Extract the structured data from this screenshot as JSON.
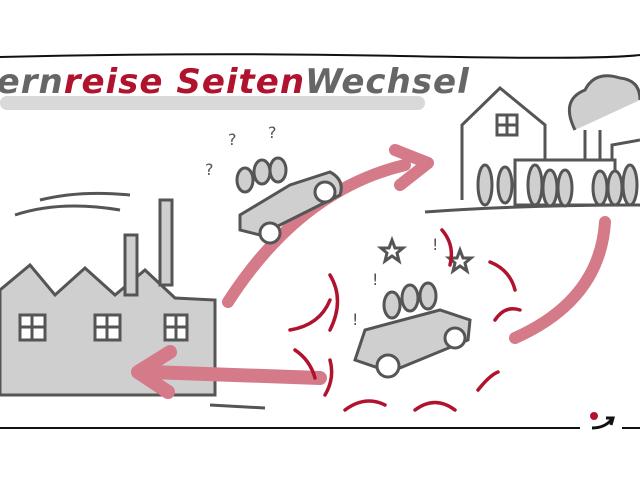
{
  "title": {
    "part1": "Lern",
    "part2": "reise",
    "part3": "Seiten",
    "part4": "Wechsel"
  },
  "colors": {
    "accent_red": "#b0132e",
    "arrow_pink": "#d47a88",
    "grey": "#666666",
    "fill_grey": "#cfcfcf"
  },
  "labels": {
    "question_marks": "?",
    "exclamation": "!"
  }
}
